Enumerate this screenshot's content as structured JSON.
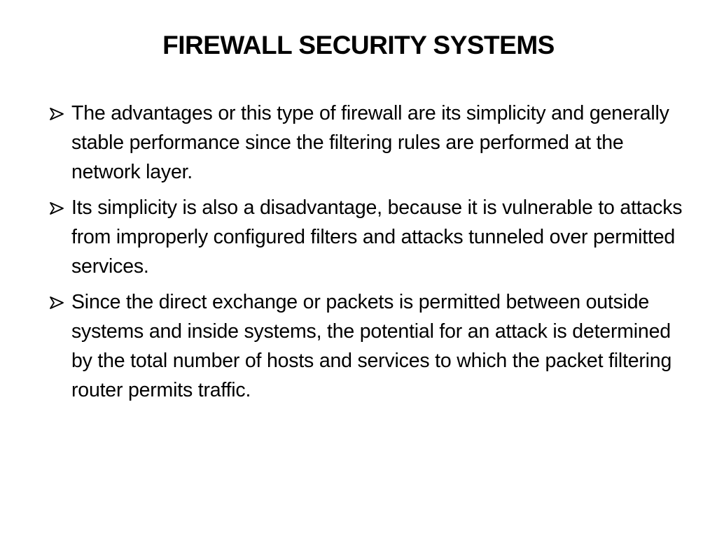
{
  "slide": {
    "title": "FIREWALL SECURITY SYSTEMS",
    "bullet_icon": "arrowhead-bullet-icon",
    "bullets": [
      {
        "text": "The advantages or this type of firewall are its simplicity and generally stable performance since the filtering rules are performed at the network layer."
      },
      {
        "text": "Its simplicity is also a disadvantage, because it is vulnerable to attacks from improperly configured filters and attacks tunneled over permitted services."
      },
      {
        "text": "Since the direct exchange or packets is permitted between outside systems and inside systems, the potential for an attack is determined by the total number of hosts and services to which the packet filtering router permits traffic."
      }
    ]
  }
}
